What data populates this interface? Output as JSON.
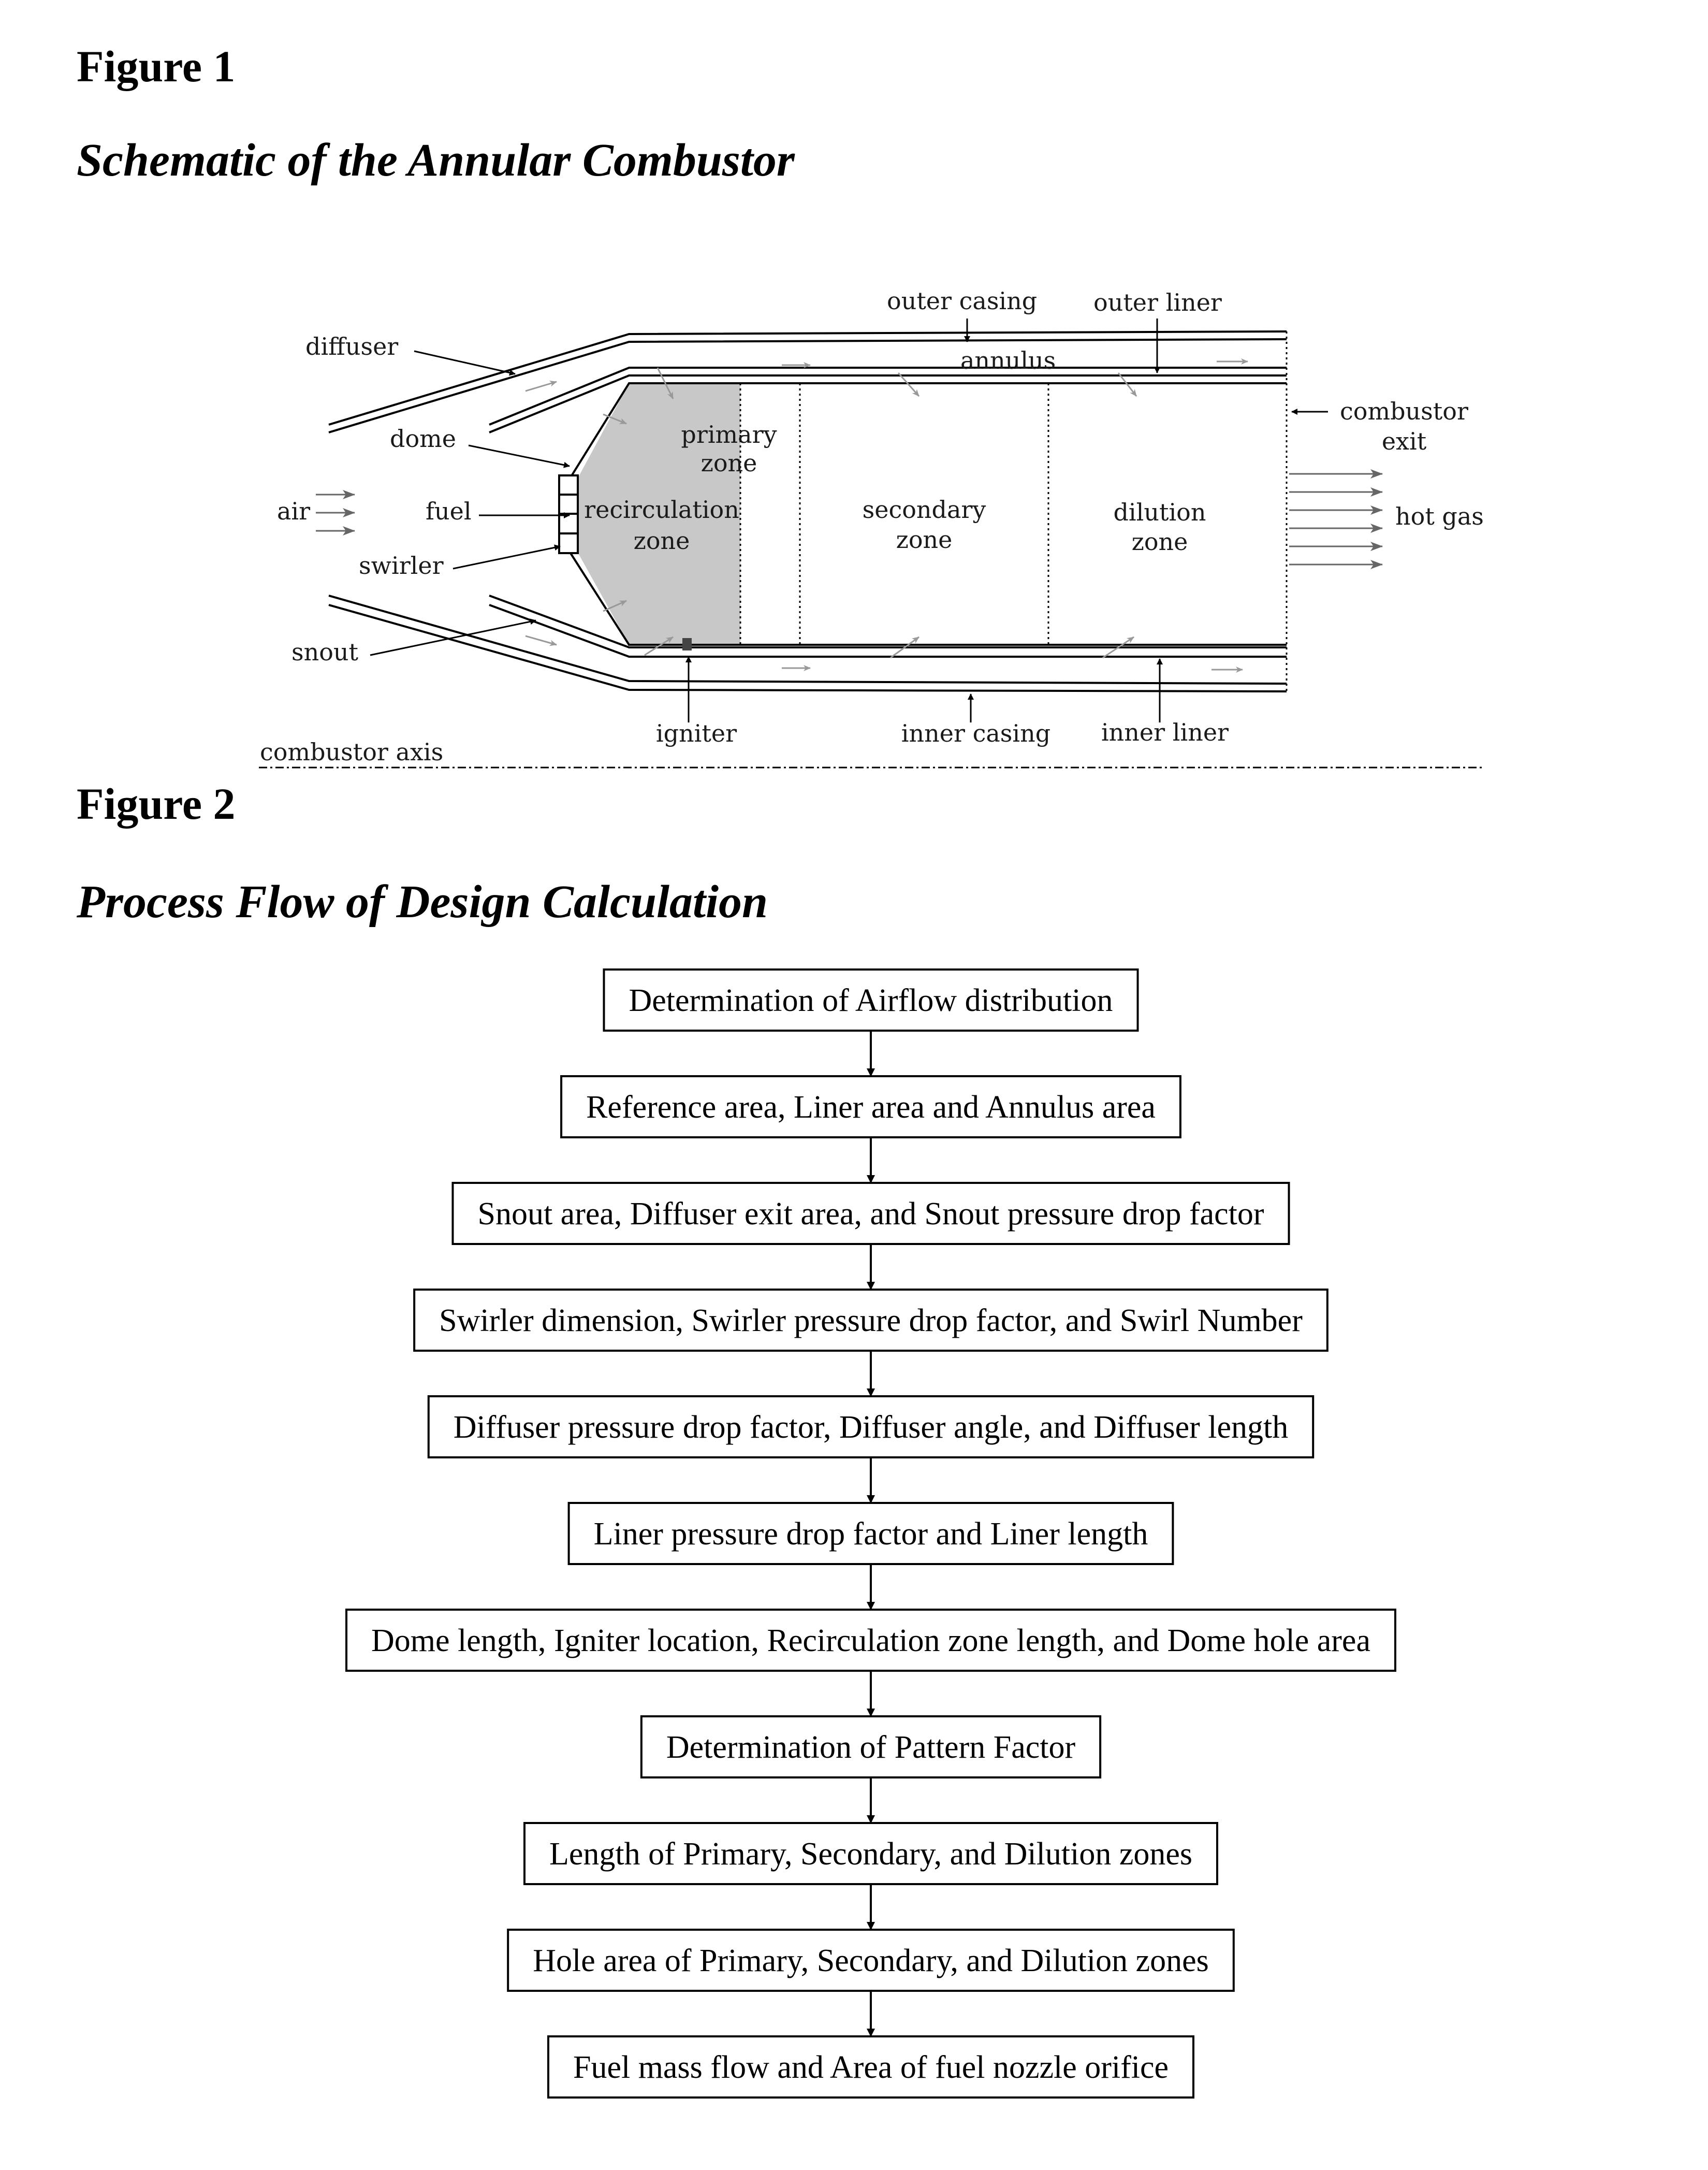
{
  "figure1": {
    "label": "Figure 1",
    "caption": "Schematic of the Annular Combustor",
    "labels": {
      "diffuser": "diffuser",
      "dome": "dome",
      "air": "air",
      "fuel": "fuel",
      "swirler": "swirler",
      "snout": "snout",
      "combustor_axis": "combustor axis",
      "outer_casing": "outer casing",
      "outer_liner": "outer liner",
      "annulus": "annulus",
      "combustor": "combustor",
      "exit": "exit",
      "hot_gas": "hot gas",
      "igniter": "igniter",
      "inner_casing": "inner casing",
      "inner_liner": "inner liner",
      "primary": "primary",
      "zone": "zone",
      "recirculation": "recirculation",
      "secondary": "secondary",
      "dilution": "dilution"
    }
  },
  "figure2": {
    "label": "Figure 2",
    "caption": "Process Flow of Design Calculation",
    "steps": [
      "Determination of Airflow distribution",
      "Reference area, Liner area and Annulus area",
      "Snout area, Diffuser exit area, and Snout pressure drop factor",
      "Swirler dimension, Swirler pressure drop factor, and Swirl Number",
      "Diffuser pressure drop factor, Diffuser angle, and Diffuser length",
      "Liner pressure drop factor and Liner length",
      "Dome length, Igniter location, Recirculation zone length, and Dome hole area",
      "Determination of Pattern Factor",
      "Length of Primary, Secondary, and Dilution zones",
      "Hole area of Primary, Secondary, and Dilution zones",
      "Fuel mass flow and Area of fuel nozzle orifice"
    ]
  }
}
